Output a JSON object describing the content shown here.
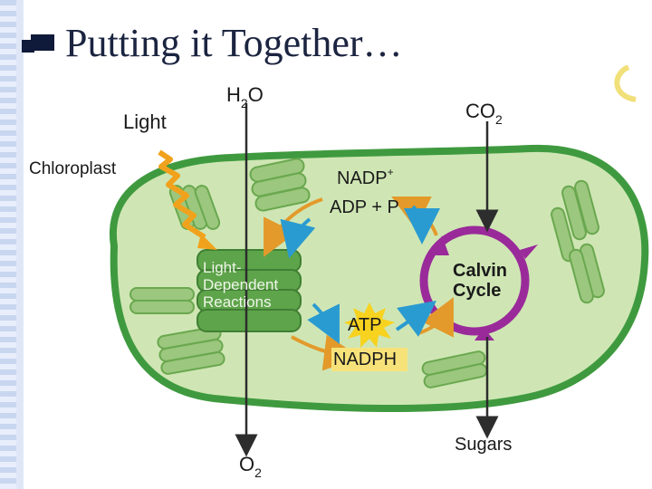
{
  "slide": {
    "title": "Putting it Together…"
  },
  "diagram": {
    "light": "Light",
    "chloroplast": "Chloroplast",
    "h2o": {
      "base": "H",
      "sub": "2",
      "tail": "O"
    },
    "co2": {
      "base": "CO",
      "sub": "2"
    },
    "o2": {
      "base": "O",
      "sub": "2"
    },
    "nadp": {
      "base": "NADP",
      "sup": "+"
    },
    "adp": "ADP + P",
    "light_dependent": [
      "Light-",
      "Dependent",
      "Reactions"
    ],
    "calvin": [
      "Calvin",
      "Cycle"
    ],
    "atp": "ATP",
    "nadph": "NADPH",
    "sugars": "Sugars"
  },
  "colors": {
    "membrane": "#3f9a3f",
    "stroma": "#cfe6b4",
    "thylakoid": "#6aa84f",
    "calvin_ring": "#9a2a9a",
    "arrow_orange": "#e39a2a",
    "arrow_blue": "#2a9bd1",
    "atp_burst": "#f7d21e"
  }
}
